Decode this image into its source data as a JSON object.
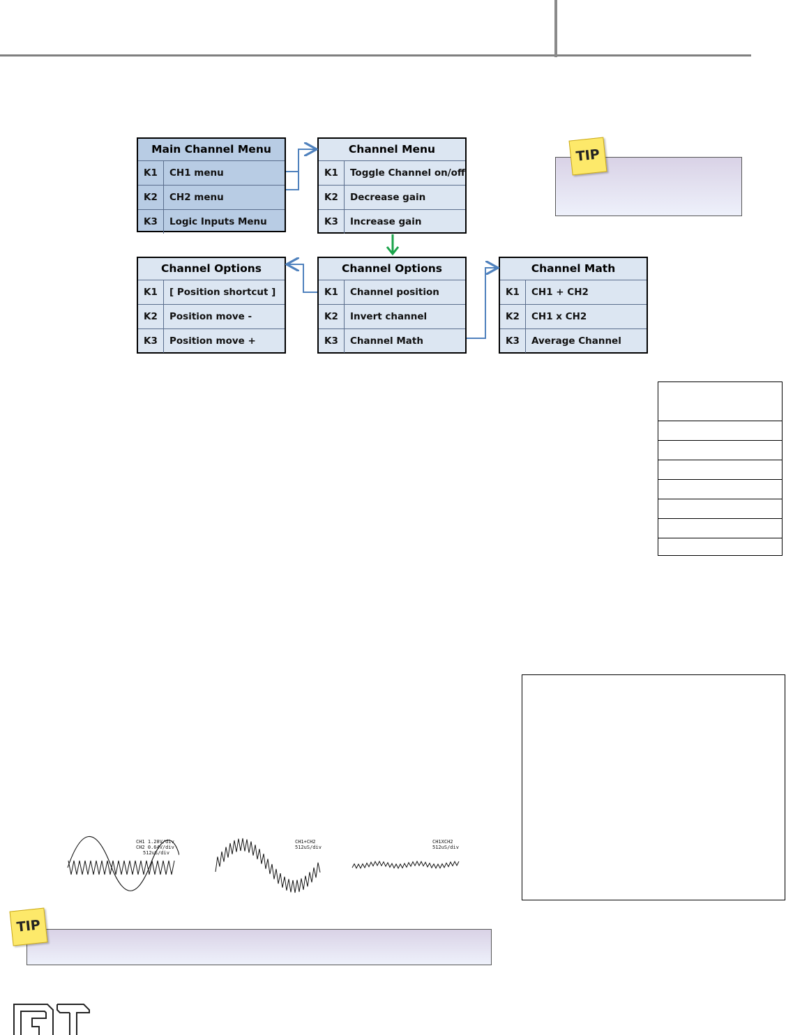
{
  "menus": {
    "main": {
      "title": "Main Channel Menu",
      "rows": [
        {
          "key": "K1",
          "label": "CH1 menu"
        },
        {
          "key": "K2",
          "label": "CH2 menu"
        },
        {
          "key": "K3",
          "label": "Logic Inputs Menu"
        }
      ]
    },
    "channel": {
      "title": "Channel Menu",
      "rows": [
        {
          "key": "K1",
          "label": "Toggle Channel on/off"
        },
        {
          "key": "K2",
          "label": "Decrease gain"
        },
        {
          "key": "K3",
          "label": "Increase gain"
        }
      ]
    },
    "options_left": {
      "title": "Channel Options",
      "rows": [
        {
          "key": "K1",
          "label": "[ Position shortcut ]"
        },
        {
          "key": "K2",
          "label": "Position move -"
        },
        {
          "key": "K3",
          "label": "Position move +"
        }
      ]
    },
    "options": {
      "title": "Channel Options",
      "rows": [
        {
          "key": "K1",
          "label": "Channel position"
        },
        {
          "key": "K2",
          "label": "Invert channel"
        },
        {
          "key": "K3",
          "label": "Channel Math"
        }
      ]
    },
    "math": {
      "title": "Channel Math",
      "rows": [
        {
          "key": "K1",
          "label": "CH1 + CH2"
        },
        {
          "key": "K2",
          "label": "CH1 x CH2"
        },
        {
          "key": "K3",
          "label": "Average Channel"
        }
      ]
    }
  },
  "tips": {
    "label": "TIP"
  },
  "scopes": {
    "s1": {
      "line1": "CH1 1.28V/div",
      "line2": "CH2 0.64V/div",
      "line3": "512uS/div"
    },
    "s2": {
      "line1": "CH1+CH2",
      "line2": "512uS/div"
    },
    "s3": {
      "line1": "CH1XCH2",
      "line2": "512uS/div"
    }
  },
  "colors": {
    "arrow_blue": "#4f81bd",
    "arrow_green": "#1aa34a",
    "menu_main": "#b8cce4",
    "menu": "#dce6f2"
  }
}
